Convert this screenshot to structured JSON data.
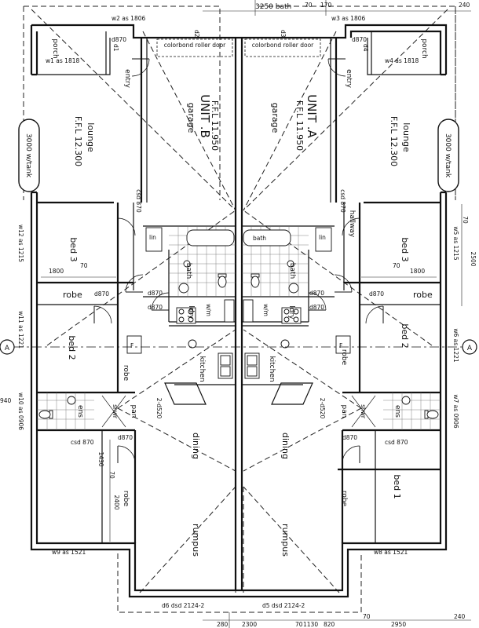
{
  "units": [
    {
      "key": "b",
      "name": "UNIT .B",
      "ffl": "F.F.L 11.950"
    },
    {
      "key": "a",
      "name": "UNIT .A",
      "ffl": "F.F.L 11.950"
    }
  ],
  "rooms": {
    "garage": "garage",
    "lounge": "lounge",
    "lounge_ffl": "F.F.L 12.300",
    "entry": "entry",
    "porch": "porch",
    "hallway": "hallway",
    "bed3": "bed 3",
    "bed2": "bed 2",
    "bed1": "bed 1",
    "robe": "robe",
    "bath": "bath",
    "ldry": "ldry",
    "kitchen": "kitchen",
    "dining": "dining",
    "rumpus": "rumpus",
    "ens": "ens",
    "pan": "pan",
    "lin": "lin",
    "bath_fixture": "bath",
    "shwr": "shwr",
    "f": "F",
    "wm": "w/m"
  },
  "labels": {
    "garage_door": "colorbond roller door",
    "water_tank": "3000 w/tank",
    "section_marker": "A",
    "d870": "d870",
    "csd870": "csd 870",
    "d1": "d1",
    "d2": "d2",
    "d3": "d3",
    "d4": "d4",
    "ds520": "2-d520",
    "w1": "w1 as 1818",
    "w2": "w2 as 1806",
    "w3": "w3 as 1806",
    "w4": "w4 as 1818",
    "w5": "w5 as 1215",
    "w6": "w6 as 1221",
    "w7": "w7 as 0906",
    "w8": "w8 as 1521",
    "w9": "w9 as 1521",
    "w10": "w10 as 0906",
    "w11": "w11 as 1221",
    "w12": "w12 as 1215",
    "d5": "d5 dsd 2124-2",
    "d6": "d6 dsd 2124-2"
  },
  "dimensions": {
    "top_bath": "3250 bath",
    "top_70": "70",
    "top_170": "170",
    "top_240": "240",
    "side_2500": "2500",
    "side_70": "70",
    "bed3_1800": "1800",
    "bed3_70": "70",
    "bed1_1430": "1430",
    "bed1_70": "70",
    "bed1_2400": "2400",
    "bottom_280": "280",
    "bottom_2300": "2300",
    "bottom_70a": "70",
    "bottom_1130": "1130",
    "bottom_820": "820",
    "bottom_70b": "70",
    "bottom_2950": "2950",
    "bottom_240": "240",
    "left_cut": "940"
  }
}
